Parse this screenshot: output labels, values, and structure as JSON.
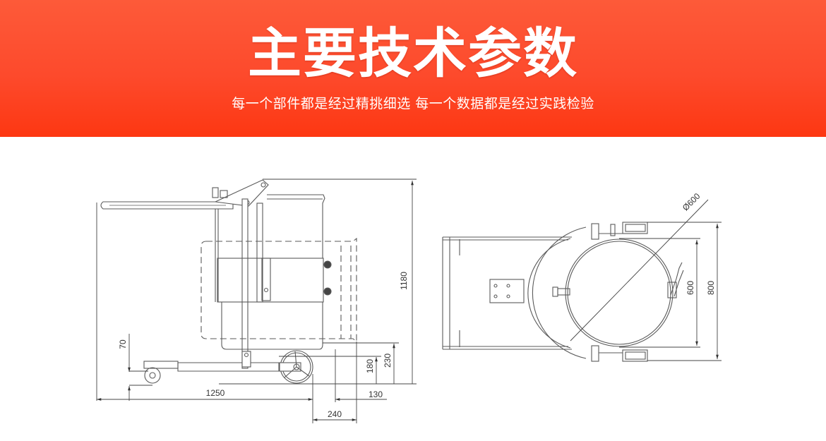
{
  "banner": {
    "title": "主要技术参数",
    "subtitle": "每一个部件都是经过精挑细选  每一个数据都是经过实践检验",
    "gradient_top": "#fd5a39",
    "gradient_bottom": "#fd3712"
  },
  "side_view": {
    "dimensions": {
      "total_height": "1180",
      "base_height": "70",
      "length": "1250",
      "wheel_center_height": "180",
      "drum_clearance": "230",
      "offset_right": "130",
      "wheel_offset": "240"
    }
  },
  "top_view": {
    "dimensions": {
      "drum_diameter": "Ø600",
      "inner_width": "600",
      "outer_width": "800"
    }
  },
  "colors": {
    "line": "#555555",
    "dim_line": "#444444",
    "background": "#ffffff"
  }
}
